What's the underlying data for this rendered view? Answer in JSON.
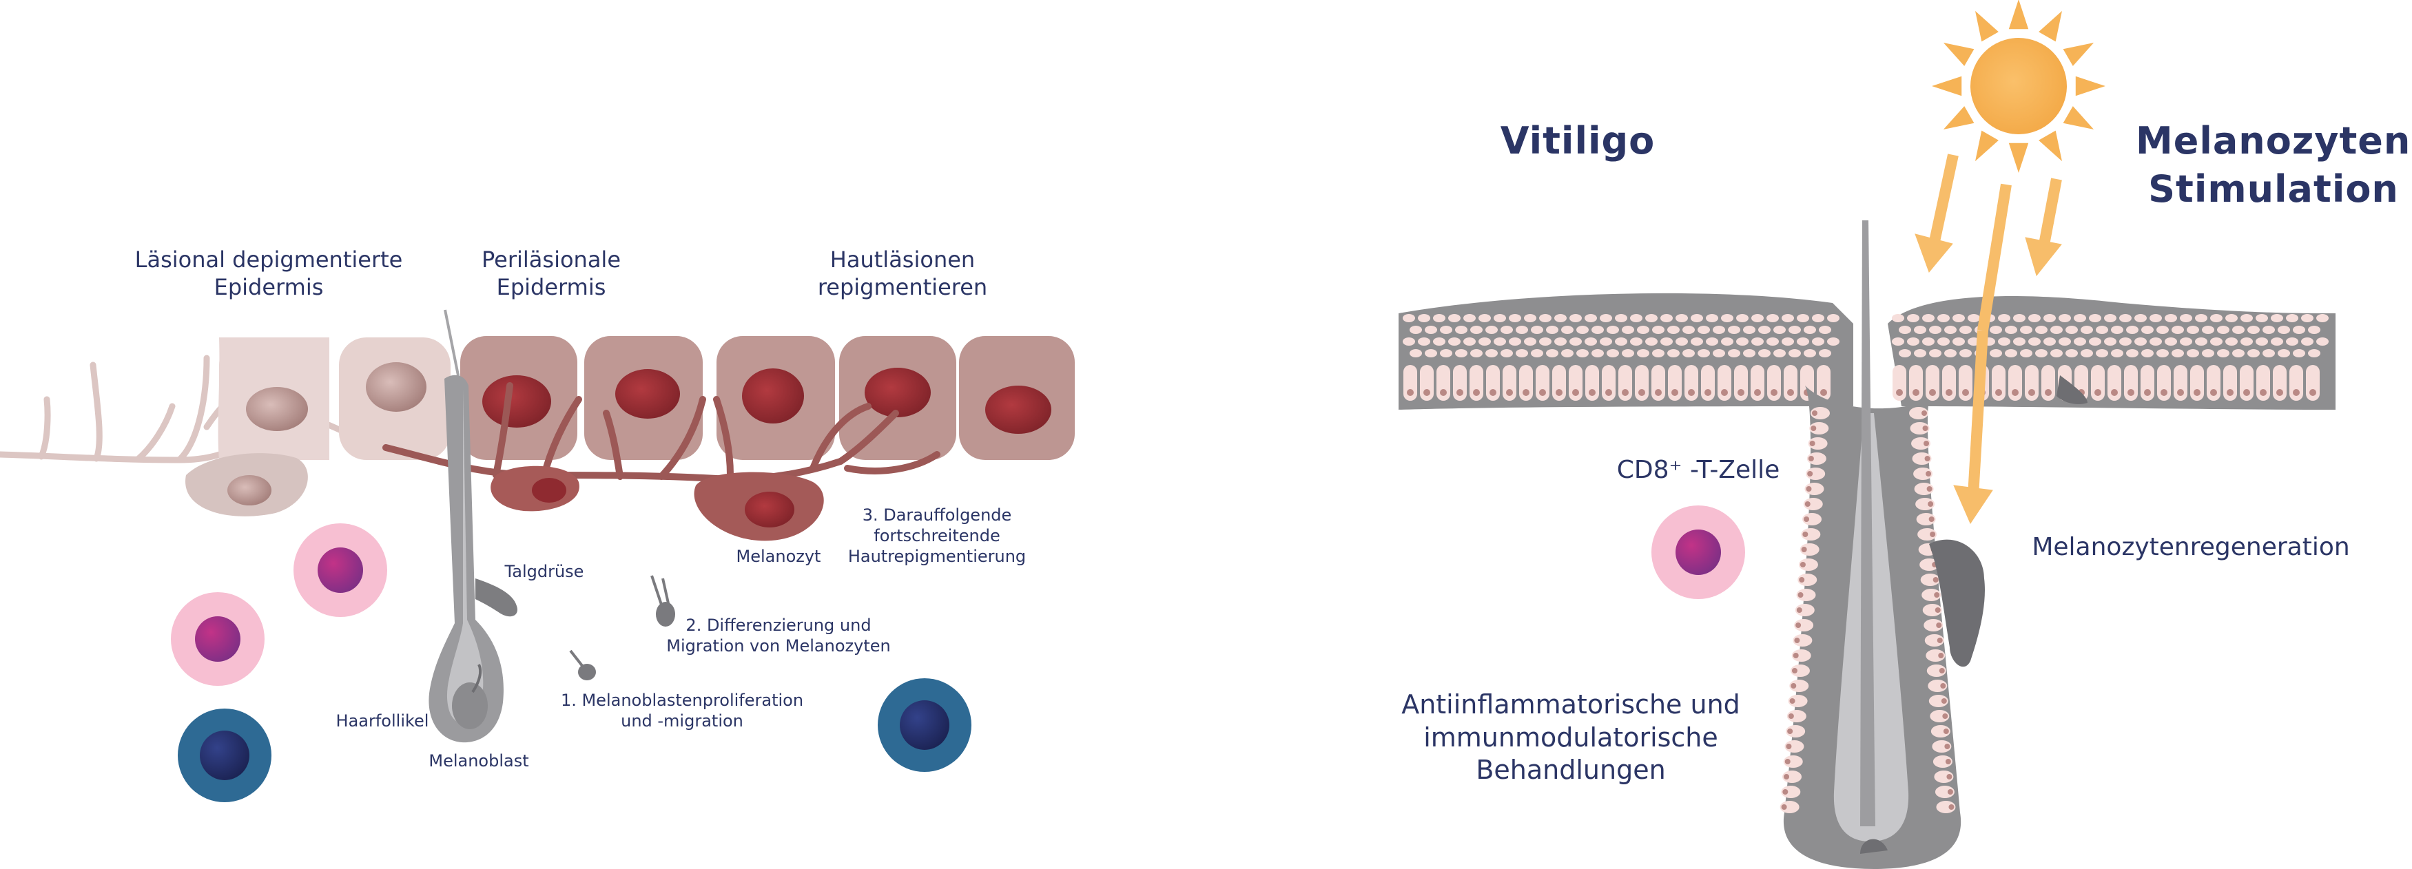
{
  "left_panel": {
    "column_labels": {
      "lesional": "Läsional depigmentierte\nEpidermis",
      "perilesional": "Periläsionale\nEpidermis",
      "repigment": "Hautläsionen\nrepigmentieren"
    },
    "annotations": {
      "melanozyt": "Melanozyt",
      "talgdruese": "Talgdrüse",
      "haarfollikel": "Haarfollikel",
      "melanoblast": "Melanoblast",
      "step1": "1. Melanoblastenproliferation\nund -migration",
      "step2": "2. Differenzierung und\nMigration von Melanozyten",
      "step3": "3. Darauffolgende\nfortschreitende\nHautrepigmentierung"
    }
  },
  "right_panel": {
    "title_vitiligo": "Vitiligo",
    "title_stimulation": "Melanozyten-\nStimulation",
    "tcell_label": "CD8⁺ -T-Zelle",
    "regeneration_label": "Melanozytenregeneration",
    "treatment_label": "Antiinflammatorische und\nimmunmodulatorische\nBehandlungen"
  },
  "colors": {
    "title_navy": "#2b3565",
    "sun_orange": "#f6b356",
    "arrow_orange": "#f7bd6a",
    "skin_gray": "#8e8e90",
    "cell_pink": "#f6dedb",
    "lesion_light": "#e3cfcc",
    "lesion_mid": "#c29c98",
    "nucleus_dark": "#8f2a30",
    "tcell_ring": "#f7bfd2",
    "tcell_core": "#a12e84",
    "bcell_ring": "#2e6a94",
    "bcell_core": "#202b62"
  }
}
